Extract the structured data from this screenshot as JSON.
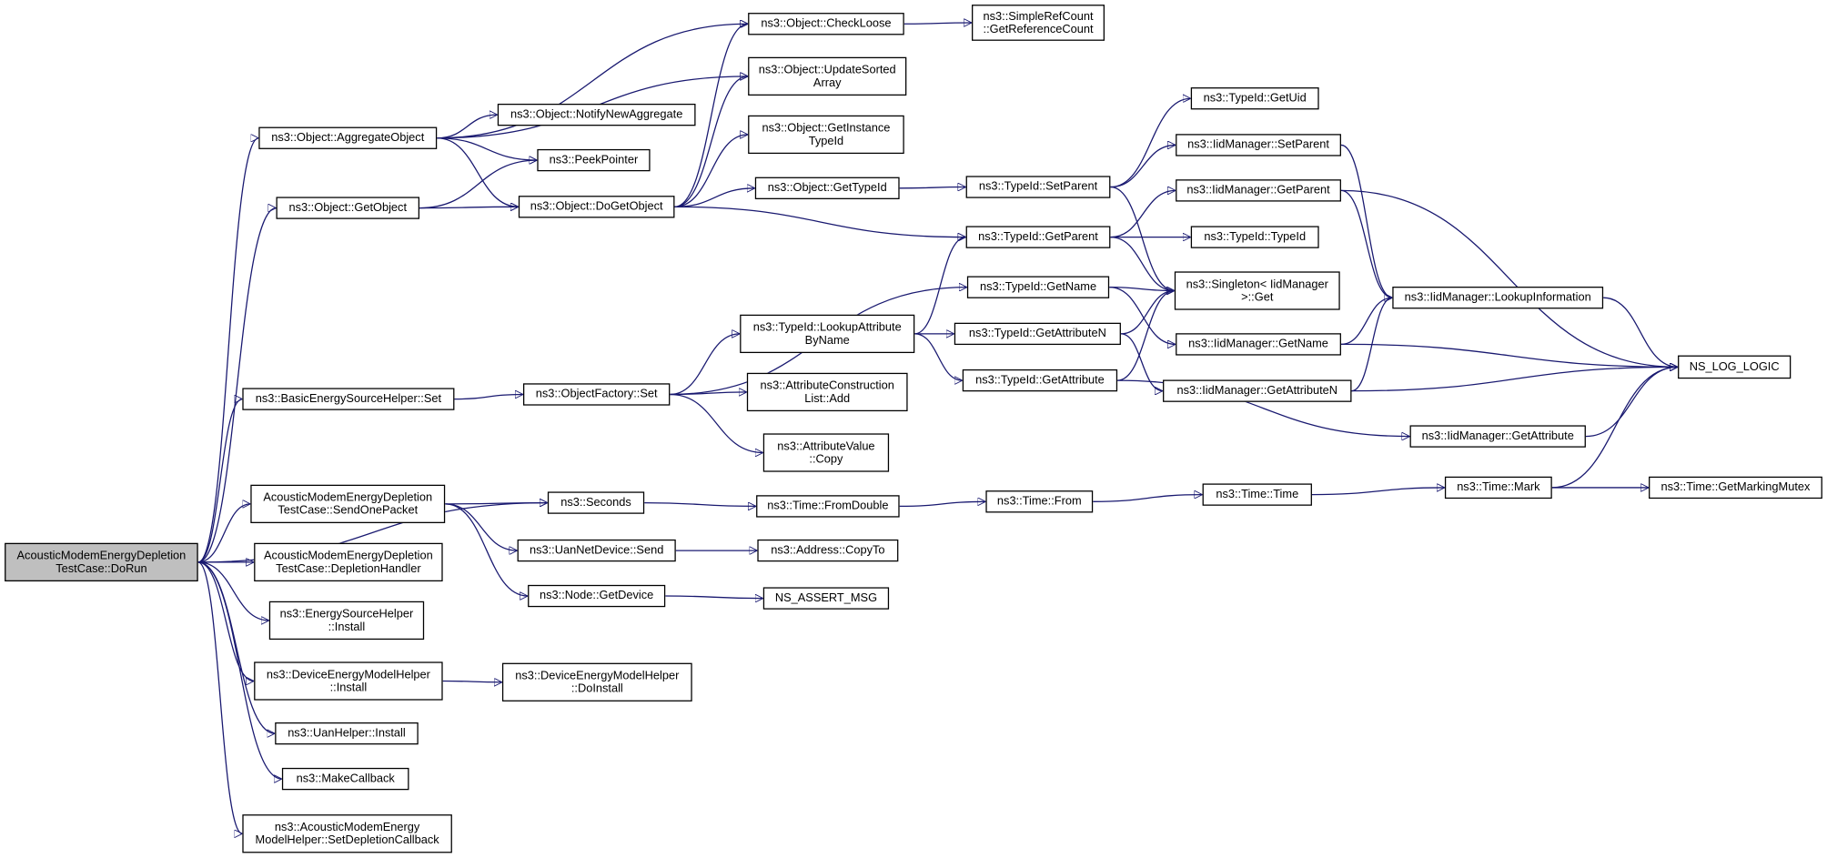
{
  "graph": {
    "edge_color": "#191970",
    "root_fill": "#bfbfbf",
    "nodes": [
      {
        "id": "root",
        "label": "AcousticModemEnergyDepletion\nTestCase::DoRun"
      },
      {
        "id": "aggregate",
        "label": "ns3::Object::AggregateObject"
      },
      {
        "id": "getobject",
        "label": "ns3::Object::GetObject"
      },
      {
        "id": "besh_set",
        "label": "ns3::BasicEnergySourceHelper::Set"
      },
      {
        "id": "send_one",
        "label": "AcousticModemEnergyDepletion\nTestCase::SendOnePacket"
      },
      {
        "id": "depletion",
        "label": "AcousticModemEnergyDepletion\nTestCase::DepletionHandler"
      },
      {
        "id": "esh_install",
        "label": "ns3::EnergySourceHelper\n::Install"
      },
      {
        "id": "demh_install",
        "label": "ns3::DeviceEnergyModelHelper\n::Install"
      },
      {
        "id": "uan_install",
        "label": "ns3::UanHelper::Install"
      },
      {
        "id": "makecallback",
        "label": "ns3::MakeCallback"
      },
      {
        "id": "set_depl_cb",
        "label": "ns3::AcousticModemEnergy\nModelHelper::SetDepletionCallback"
      },
      {
        "id": "notify_agg",
        "label": "ns3::Object::NotifyNewAggregate"
      },
      {
        "id": "peek",
        "label": "ns3::PeekPointer"
      },
      {
        "id": "dogetobject",
        "label": "ns3::Object::DoGetObject"
      },
      {
        "id": "of_set",
        "label": "ns3::ObjectFactory::Set"
      },
      {
        "id": "seconds",
        "label": "ns3::Seconds"
      },
      {
        "id": "uan_send",
        "label": "ns3::UanNetDevice::Send"
      },
      {
        "id": "node_getdevice",
        "label": "ns3::Node::GetDevice"
      },
      {
        "id": "demh_doinstall",
        "label": "ns3::DeviceEnergyModelHelper\n::DoInstall"
      },
      {
        "id": "checkloose",
        "label": "ns3::Object::CheckLoose"
      },
      {
        "id": "update_sorted",
        "label": "ns3::Object::UpdateSorted\nArray"
      },
      {
        "id": "get_inst_tid",
        "label": "ns3::Object::GetInstance\nTypeId"
      },
      {
        "id": "obj_get_tid",
        "label": "ns3::Object::GetTypeId"
      },
      {
        "id": "lookup_attr",
        "label": "ns3::TypeId::LookupAttribute\nByName"
      },
      {
        "id": "acl_add",
        "label": "ns3::AttributeConstruction\nList::Add"
      },
      {
        "id": "av_copy",
        "label": "ns3::AttributeValue\n::Copy"
      },
      {
        "id": "from_double",
        "label": "ns3::Time::FromDouble"
      },
      {
        "id": "addr_copyto",
        "label": "ns3::Address::CopyTo"
      },
      {
        "id": "assert_msg",
        "label": "NS_ASSERT_MSG"
      },
      {
        "id": "get_refcount",
        "label": "ns3::SimpleRefCount\n::GetReferenceCount"
      },
      {
        "id": "tid_setparent",
        "label": "ns3::TypeId::SetParent"
      },
      {
        "id": "tid_getparent",
        "label": "ns3::TypeId::GetParent"
      },
      {
        "id": "tid_getname",
        "label": "ns3::TypeId::GetName"
      },
      {
        "id": "tid_getattrn",
        "label": "ns3::TypeId::GetAttributeN"
      },
      {
        "id": "tid_getattr",
        "label": "ns3::TypeId::GetAttribute"
      },
      {
        "id": "time_from",
        "label": "ns3::Time::From"
      },
      {
        "id": "tid_getuid",
        "label": "ns3::TypeId::GetUid"
      },
      {
        "id": "iid_setparent",
        "label": "ns3::IidManager::SetParent"
      },
      {
        "id": "iid_getparent",
        "label": "ns3::IidManager::GetParent"
      },
      {
        "id": "tid_typeid",
        "label": "ns3::TypeId::TypeId"
      },
      {
        "id": "singleton_get",
        "label": "ns3::Singleton< IidManager\n>::Get"
      },
      {
        "id": "iid_getname",
        "label": "ns3::IidManager::GetName"
      },
      {
        "id": "iid_getattrn",
        "label": "ns3::IidManager::GetAttributeN"
      },
      {
        "id": "iid_getattr",
        "label": "ns3::IidManager::GetAttribute"
      },
      {
        "id": "time_time",
        "label": "ns3::Time::Time"
      },
      {
        "id": "iid_lookup",
        "label": "ns3::IidManager::LookupInformation"
      },
      {
        "id": "time_mark",
        "label": "ns3::Time::Mark"
      },
      {
        "id": "ns_log_logic",
        "label": "NS_LOG_LOGIC"
      },
      {
        "id": "get_marking_mutex",
        "label": "ns3::Time::GetMarkingMutex"
      }
    ],
    "edges": [
      [
        "root",
        "aggregate"
      ],
      [
        "root",
        "getobject"
      ],
      [
        "root",
        "besh_set"
      ],
      [
        "root",
        "seconds"
      ],
      [
        "root",
        "send_one"
      ],
      [
        "root",
        "depletion"
      ],
      [
        "root",
        "esh_install"
      ],
      [
        "root",
        "demh_install"
      ],
      [
        "root",
        "uan_install"
      ],
      [
        "root",
        "makecallback"
      ],
      [
        "root",
        "set_depl_cb"
      ],
      [
        "aggregate",
        "checkloose"
      ],
      [
        "aggregate",
        "update_sorted"
      ],
      [
        "aggregate",
        "notify_agg"
      ],
      [
        "aggregate",
        "peek"
      ],
      [
        "aggregate",
        "dogetobject"
      ],
      [
        "getobject",
        "peek"
      ],
      [
        "getobject",
        "dogetobject"
      ],
      [
        "dogetobject",
        "checkloose"
      ],
      [
        "dogetobject",
        "update_sorted"
      ],
      [
        "dogetobject",
        "get_inst_tid"
      ],
      [
        "dogetobject",
        "obj_get_tid"
      ],
      [
        "dogetobject",
        "tid_getparent"
      ],
      [
        "checkloose",
        "get_refcount"
      ],
      [
        "obj_get_tid",
        "tid_setparent"
      ],
      [
        "besh_set",
        "of_set"
      ],
      [
        "of_set",
        "tid_getname"
      ],
      [
        "of_set",
        "lookup_attr"
      ],
      [
        "of_set",
        "acl_add"
      ],
      [
        "of_set",
        "av_copy"
      ],
      [
        "lookup_attr",
        "tid_getparent"
      ],
      [
        "lookup_attr",
        "tid_getattrn"
      ],
      [
        "lookup_attr",
        "tid_getattr"
      ],
      [
        "send_one",
        "seconds"
      ],
      [
        "send_one",
        "uan_send"
      ],
      [
        "send_one",
        "node_getdevice"
      ],
      [
        "seconds",
        "from_double"
      ],
      [
        "from_double",
        "time_from"
      ],
      [
        "time_from",
        "time_time"
      ],
      [
        "time_time",
        "time_mark"
      ],
      [
        "time_mark",
        "ns_log_logic"
      ],
      [
        "time_mark",
        "get_marking_mutex"
      ],
      [
        "uan_send",
        "addr_copyto"
      ],
      [
        "node_getdevice",
        "assert_msg"
      ],
      [
        "demh_install",
        "demh_doinstall"
      ],
      [
        "tid_setparent",
        "tid_getuid"
      ],
      [
        "tid_setparent",
        "iid_setparent"
      ],
      [
        "tid_setparent",
        "singleton_get"
      ],
      [
        "tid_getparent",
        "iid_getparent"
      ],
      [
        "tid_getparent",
        "tid_typeid"
      ],
      [
        "tid_getparent",
        "singleton_get"
      ],
      [
        "tid_getname",
        "singleton_get"
      ],
      [
        "tid_getname",
        "iid_getname"
      ],
      [
        "tid_getattrn",
        "singleton_get"
      ],
      [
        "tid_getattrn",
        "iid_getattrn"
      ],
      [
        "tid_getattr",
        "singleton_get"
      ],
      [
        "tid_getattr",
        "iid_getattr"
      ],
      [
        "iid_setparent",
        "iid_lookup"
      ],
      [
        "iid_getparent",
        "iid_lookup"
      ],
      [
        "iid_getparent",
        "ns_log_logic"
      ],
      [
        "iid_getname",
        "iid_lookup"
      ],
      [
        "iid_getname",
        "ns_log_logic"
      ],
      [
        "iid_getattrn",
        "iid_lookup"
      ],
      [
        "iid_getattrn",
        "ns_log_logic"
      ],
      [
        "iid_getattr",
        "ns_log_logic"
      ],
      [
        "iid_lookup",
        "ns_log_logic"
      ]
    ]
  }
}
